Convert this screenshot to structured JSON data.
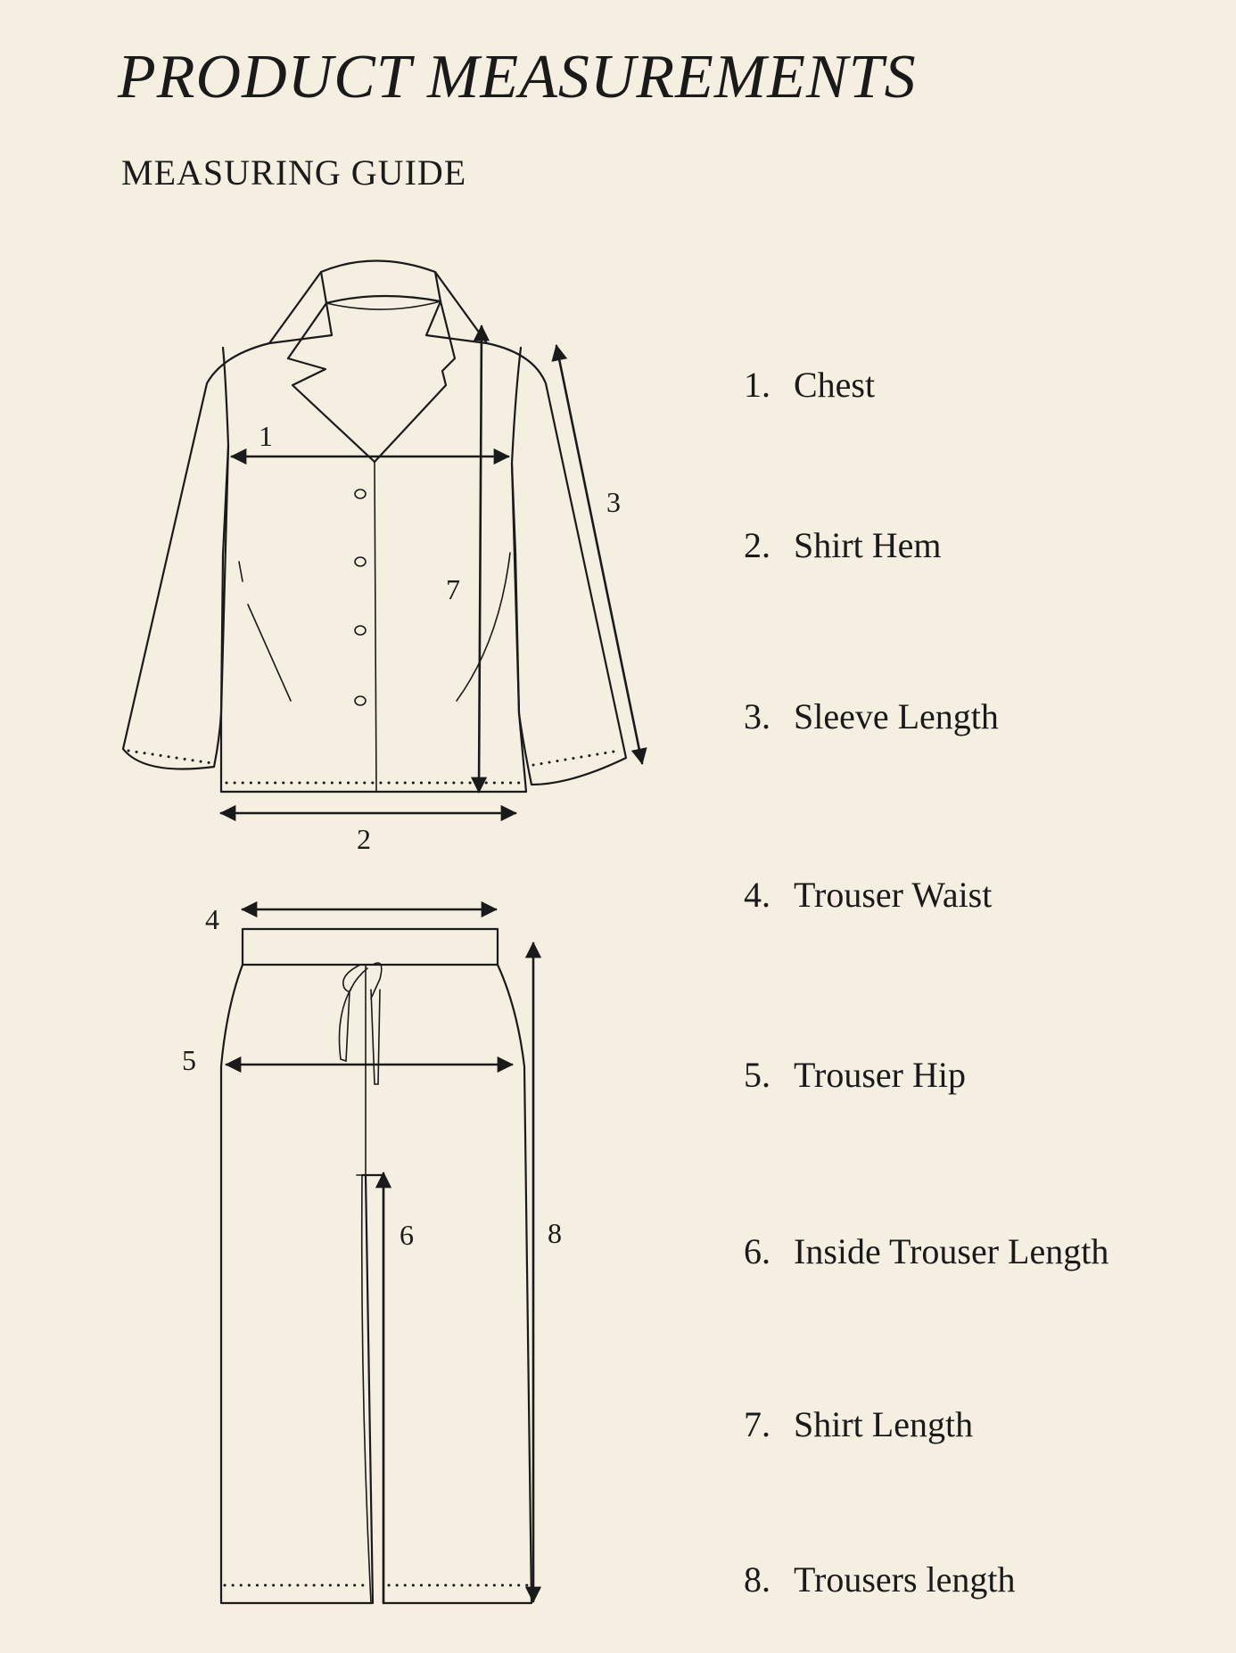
{
  "header": {
    "title": "PRODUCT MEASUREMENTS",
    "subtitle": "MEASURING GUIDE"
  },
  "markers": {
    "chest": "1",
    "shirt_hem": "2",
    "sleeve_length": "3",
    "trouser_waist": "4",
    "trouser_hip": "5",
    "inside_trouser_length": "6",
    "shirt_length": "7",
    "trousers_length": "8"
  },
  "legend": [
    {
      "number": "1.",
      "label": "Chest"
    },
    {
      "number": "2.",
      "label": "Shirt Hem"
    },
    {
      "number": "3.",
      "label": "Sleeve Length"
    },
    {
      "number": "4.",
      "label": "Trouser Waist"
    },
    {
      "number": "5.",
      "label": "Trouser Hip"
    },
    {
      "number": "6.",
      "label": "Inside Trouser Length"
    },
    {
      "number": "7.",
      "label": "Shirt Length"
    },
    {
      "number": "8.",
      "label": "Trousers length"
    }
  ],
  "colors": {
    "background": "#f5efe2",
    "ink": "#1a1a1a"
  }
}
